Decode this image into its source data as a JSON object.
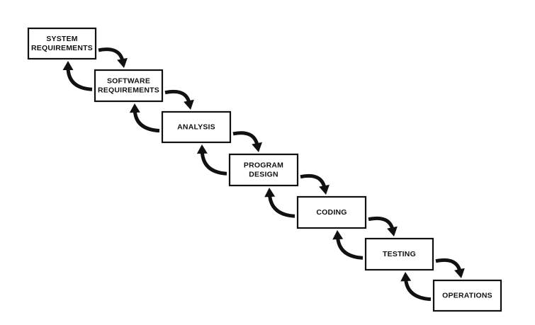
{
  "stages": [
    {
      "id": "system-requirements",
      "lines": [
        "SYSTEM",
        "REQUIREMENTS"
      ]
    },
    {
      "id": "software-requirements",
      "lines": [
        "SOFTWARE",
        "REQUIREMENTS"
      ]
    },
    {
      "id": "analysis",
      "lines": [
        "ANALYSIS"
      ]
    },
    {
      "id": "program-design",
      "lines": [
        "PROGRAM",
        "DESIGN"
      ]
    },
    {
      "id": "coding",
      "lines": [
        "CODING"
      ]
    },
    {
      "id": "testing",
      "lines": [
        "TESTING"
      ]
    },
    {
      "id": "operations",
      "lines": [
        "OPERATIONS"
      ]
    }
  ],
  "colors": {
    "line": "#111111",
    "background": "#ffffff"
  }
}
